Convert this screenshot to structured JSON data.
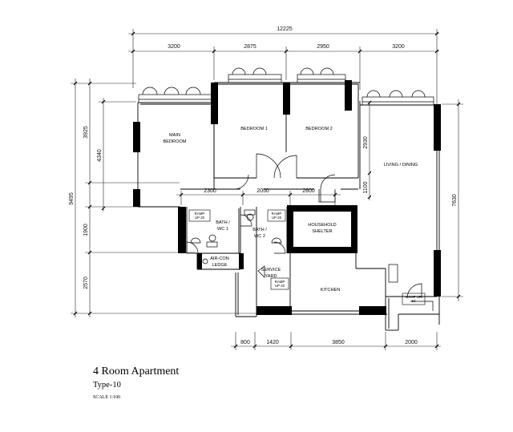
{
  "title": "4 Room Apartment",
  "subtitle": "Type-10",
  "scale": "SCALE 1:100",
  "dimensions": {
    "overall_width": "12225",
    "top_segments": [
      "3200",
      "2875",
      "2950",
      "3200"
    ],
    "mid_segments": [
      "2300",
      "2050",
      "2800"
    ],
    "bottom_segments": [
      "800",
      "1420",
      "3850",
      "2000"
    ],
    "left_outer": "9495",
    "left_inner": [
      "3925",
      "4340",
      "1900",
      "2570"
    ],
    "right_outer": "7630",
    "right_inner": [
      "2930",
      "1100"
    ]
  },
  "rooms": {
    "main_bedroom": [
      "MAIN",
      "BEDROOM"
    ],
    "bedroom_1": "BEDROOM 1",
    "bedroom_2": "BEDROOM 2",
    "living_dining": "LIVING / DINING",
    "bath_1": [
      "BATH /",
      "WC 1"
    ],
    "bath_2": [
      "BATH /",
      "WC 2"
    ],
    "household_shelter": [
      "HOUSEHOLD",
      "SHELTER"
    ],
    "aircon_ledge": [
      "AIR-CON",
      "LEDGE"
    ],
    "service_yard": [
      "SERVICE",
      "YARD"
    ],
    "kitchen": "KITCHEN"
  },
  "ramps": {
    "ramp_a": [
      "RAMP",
      "UP 20"
    ],
    "ramp_b": [
      "RAMP",
      "UP 20"
    ],
    "ramp_c": [
      "RAMP",
      "UP 20"
    ],
    "ramp_d": [
      "RAMP UP",
      "50"
    ]
  }
}
